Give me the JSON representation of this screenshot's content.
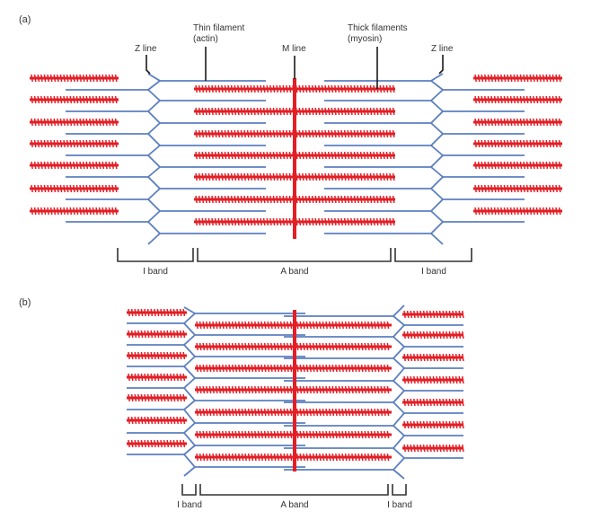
{
  "figure": {
    "title": "Sarcomere structure: relaxed (a) and contracted (b)",
    "colors": {
      "thick_filament": "#e31e25",
      "thin_filament": "#5b7fc0",
      "m_line": "#e31e25",
      "leader_line": "#1a1a1a",
      "bracket": "#333333",
      "text": "#333333"
    }
  },
  "panels": [
    {
      "id": "a",
      "label": "(a)",
      "state": "relaxed",
      "callouts": {
        "z_line_left": "Z line",
        "thin_filament_line1": "Thin filament",
        "thin_filament_line2": "(actin)",
        "m_line": "M line",
        "thick_filaments_line1": "Thick filaments",
        "thick_filaments_line2": "(myosin)",
        "z_line_right": "Z line"
      },
      "bands": [
        {
          "name": "I band"
        },
        {
          "name": "A band"
        },
        {
          "name": "I band"
        }
      ]
    },
    {
      "id": "b",
      "label": "(b)",
      "state": "contracted",
      "bands": [
        {
          "name": "I band"
        },
        {
          "name": "A band"
        },
        {
          "name": "I band"
        }
      ]
    }
  ]
}
